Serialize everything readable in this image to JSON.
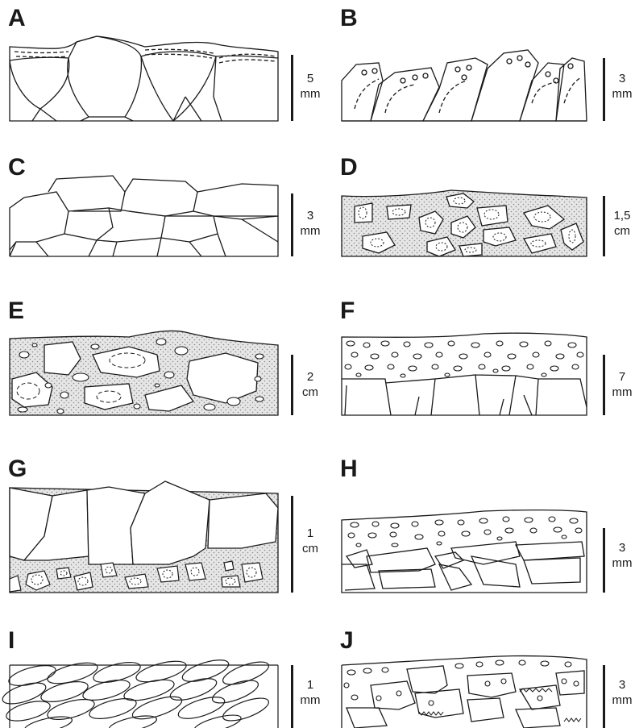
{
  "panels": [
    {
      "label": "A",
      "scale_value": "5",
      "scale_unit": "mm"
    },
    {
      "label": "B",
      "scale_value": "3",
      "scale_unit": "mm"
    },
    {
      "label": "C",
      "scale_value": "3",
      "scale_unit": "mm"
    },
    {
      "label": "D",
      "scale_value": "1,5",
      "scale_unit": "cm"
    },
    {
      "label": "E",
      "scale_value": "2",
      "scale_unit": "cm"
    },
    {
      "label": "F",
      "scale_value": "7",
      "scale_unit": "mm"
    },
    {
      "label": "G",
      "scale_value": "1",
      "scale_unit": "cm"
    },
    {
      "label": "H",
      "scale_value": "3",
      "scale_unit": "mm"
    },
    {
      "label": "I",
      "scale_value": "1",
      "scale_unit": "mm"
    },
    {
      "label": "J",
      "scale_value": "3",
      "scale_unit": "mm"
    }
  ]
}
